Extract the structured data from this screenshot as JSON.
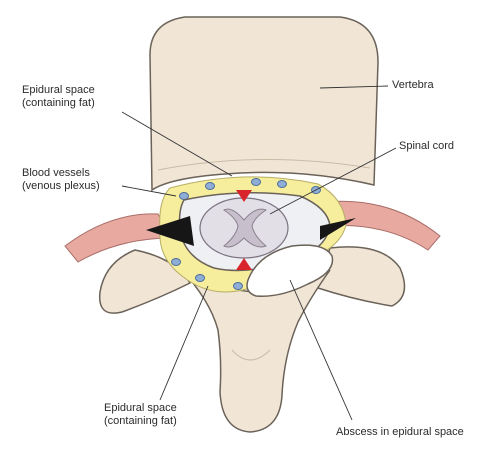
{
  "labels": {
    "epidural_top": {
      "line1": "Epidural space",
      "line2": "(containing fat)"
    },
    "blood_vessels": {
      "line1": "Blood vessels",
      "line2": "(venous plexus)"
    },
    "vertebra": "Vertebra",
    "spinal_cord": "Spinal cord",
    "epidural_bottom": {
      "line1": "Epidural space",
      "line2": "(containing fat)"
    },
    "abscess": "Abscess in epidural space"
  },
  "colors": {
    "bone_fill": "#f1e6d6",
    "bone_stroke": "#6b6259",
    "fat_yellow": "#f6ee9c",
    "vessel_blue": "#8eaed8",
    "dura_pink": "#e8a9a0",
    "cord_gray": "#e3dfe6",
    "gray_matter": "#c7bfcc",
    "blood_red": "#d8252b",
    "abscess_white": "#ffffff",
    "leader_line": "#333333"
  }
}
